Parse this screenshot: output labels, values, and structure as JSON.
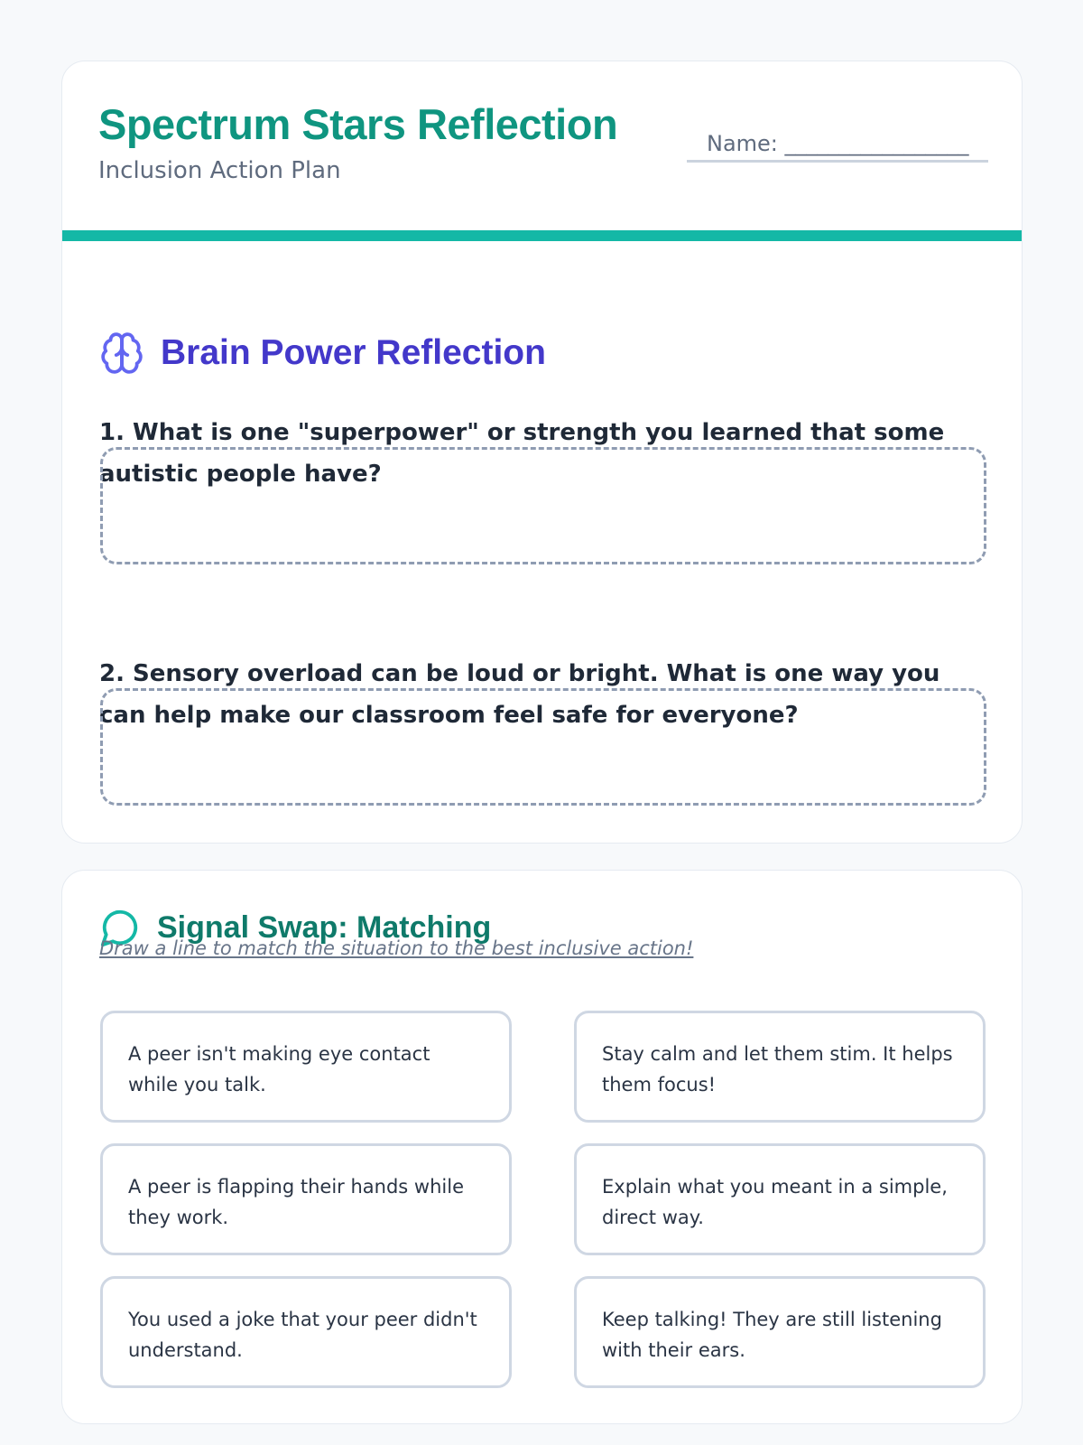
{
  "header": {
    "title": "Spectrum Stars Reflection",
    "subtitle": "Inclusion Action Plan",
    "name_label": "Name: _________________"
  },
  "reflection": {
    "heading": "Brain Power Reflection",
    "icon": "brain-icon",
    "questions": [
      {
        "text": "1. What is one \"superpower\" or strength you learned that some autistic people have?",
        "answer": ""
      },
      {
        "text": "2. Sensory overload can be loud or bright. What is one way you can help make our classroom feel safe for everyone?",
        "answer": ""
      }
    ]
  },
  "matching": {
    "heading": "Signal Swap: Matching",
    "icon": "speech-bubble-icon",
    "instructions": "Draw a line to match the situation to the best inclusive action!",
    "situations": [
      "A peer isn't making eye contact while you talk.",
      "A peer is flapping their hands while they work.",
      "You used a joke that your peer didn't understand."
    ],
    "actions": [
      "Stay calm and let them stim. It helps them focus!",
      "Explain what you meant in a simple, direct way.",
      "Keep talking! They are still listening with their ears."
    ]
  },
  "colors": {
    "teal": "#14b8a6",
    "title": "#0f9580",
    "indigo": "#4338ca"
  }
}
